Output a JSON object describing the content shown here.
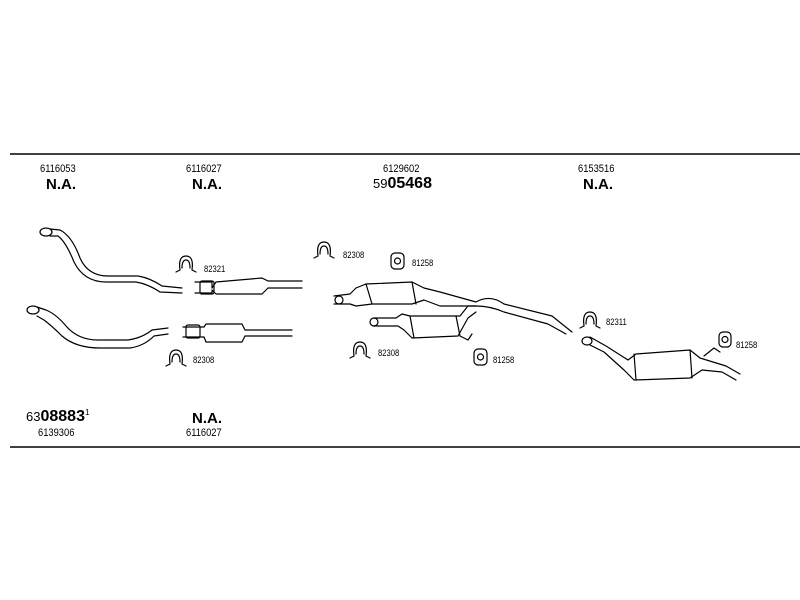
{
  "header_row": {
    "col1": {
      "part": "6116053",
      "status": "N.A."
    },
    "col2": {
      "part": "6116027",
      "status": "N.A."
    },
    "col3": {
      "part": "6129602",
      "code_prefix": "59",
      "code_main": "05468"
    },
    "col4": {
      "part": "6153516",
      "status": "N.A."
    }
  },
  "footer_row": {
    "col1": {
      "code_prefix": "63",
      "code_main": "08883",
      "code_suffix": "1",
      "part": "6139306"
    },
    "col2": {
      "status": "N.A.",
      "part": "6116027"
    }
  },
  "callouts": {
    "clamp_a": "82321",
    "clamp_b": "82308",
    "clamp_c": "82308",
    "hanger_a": "81258",
    "clamp_d": "82308",
    "hanger_b": "81258",
    "clamp_e": "82311",
    "hanger_c": "81258"
  }
}
